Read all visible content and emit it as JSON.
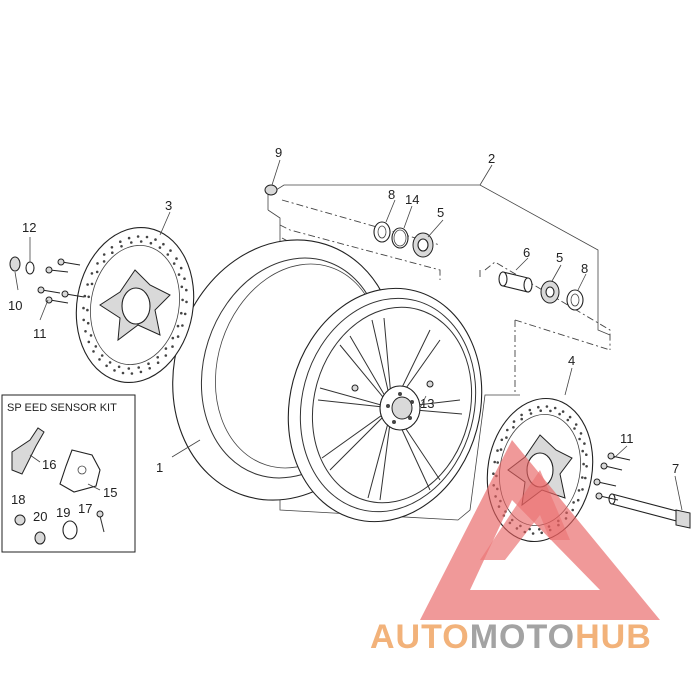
{
  "callouts": {
    "c1": "1",
    "c2": "2",
    "c3": "3",
    "c4": "4",
    "c5a": "5",
    "c5b": "5",
    "c6": "6",
    "c7": "7",
    "c8a": "8",
    "c8b": "8",
    "c9": "9",
    "c10": "10",
    "c11a": "11",
    "c11b": "11",
    "c12": "12",
    "c13": "13",
    "c14": "14",
    "c15": "15",
    "c16": "16",
    "c17": "17",
    "c18": "18",
    "c19": "19",
    "c20": "20"
  },
  "kit": {
    "title": "SP EED SENSOR KIT"
  },
  "watermark": {
    "part1": "AUTO",
    "part2": "MOTO",
    "part3": "HUB",
    "color_orange": "#f2b27a",
    "color_grey": "#a3a3a3",
    "color_red": "#e86060"
  }
}
